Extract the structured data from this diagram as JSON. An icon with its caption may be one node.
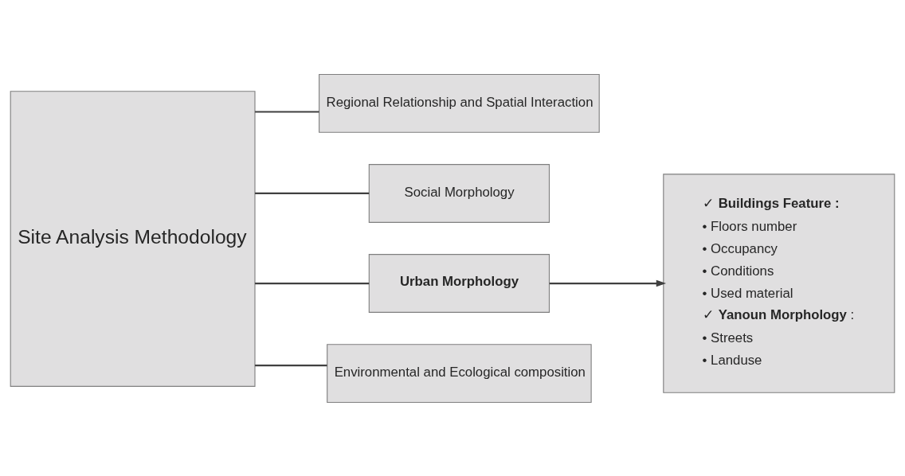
{
  "diagram": {
    "nodes": [
      {
        "text": [
          "Site Analysis Methodology"
        ]
      },
      {
        "text": [
          "Regional Relationship and Spatial Interaction"
        ]
      },
      {
        "text": [
          "Social Morphology"
        ]
      },
      {
        "text": [
          "Urban Morphology"
        ]
      },
      {
        "text": [
          "Environmental and Ecological composition"
        ]
      },
      {
        "text": [
          "✓ **Buildings Feature :**",
          "• Floors number",
          "• Occupancy",
          "• Conditions",
          "• Used material",
          "✓ **Yanoun Morphology** :",
          "• Streets",
          "• Landuse"
        ]
      }
    ],
    "edges": [
      {
        "from": 0,
        "to": 1,
        "arrow": "none"
      },
      {
        "from": 0,
        "to": 2,
        "arrow": "none"
      },
      {
        "from": 0,
        "to": 3,
        "arrow": "none"
      },
      {
        "from": 0,
        "to": 4,
        "arrow": "none"
      },
      {
        "from": 3,
        "to": 5,
        "arrow": "to"
      }
    ]
  }
}
